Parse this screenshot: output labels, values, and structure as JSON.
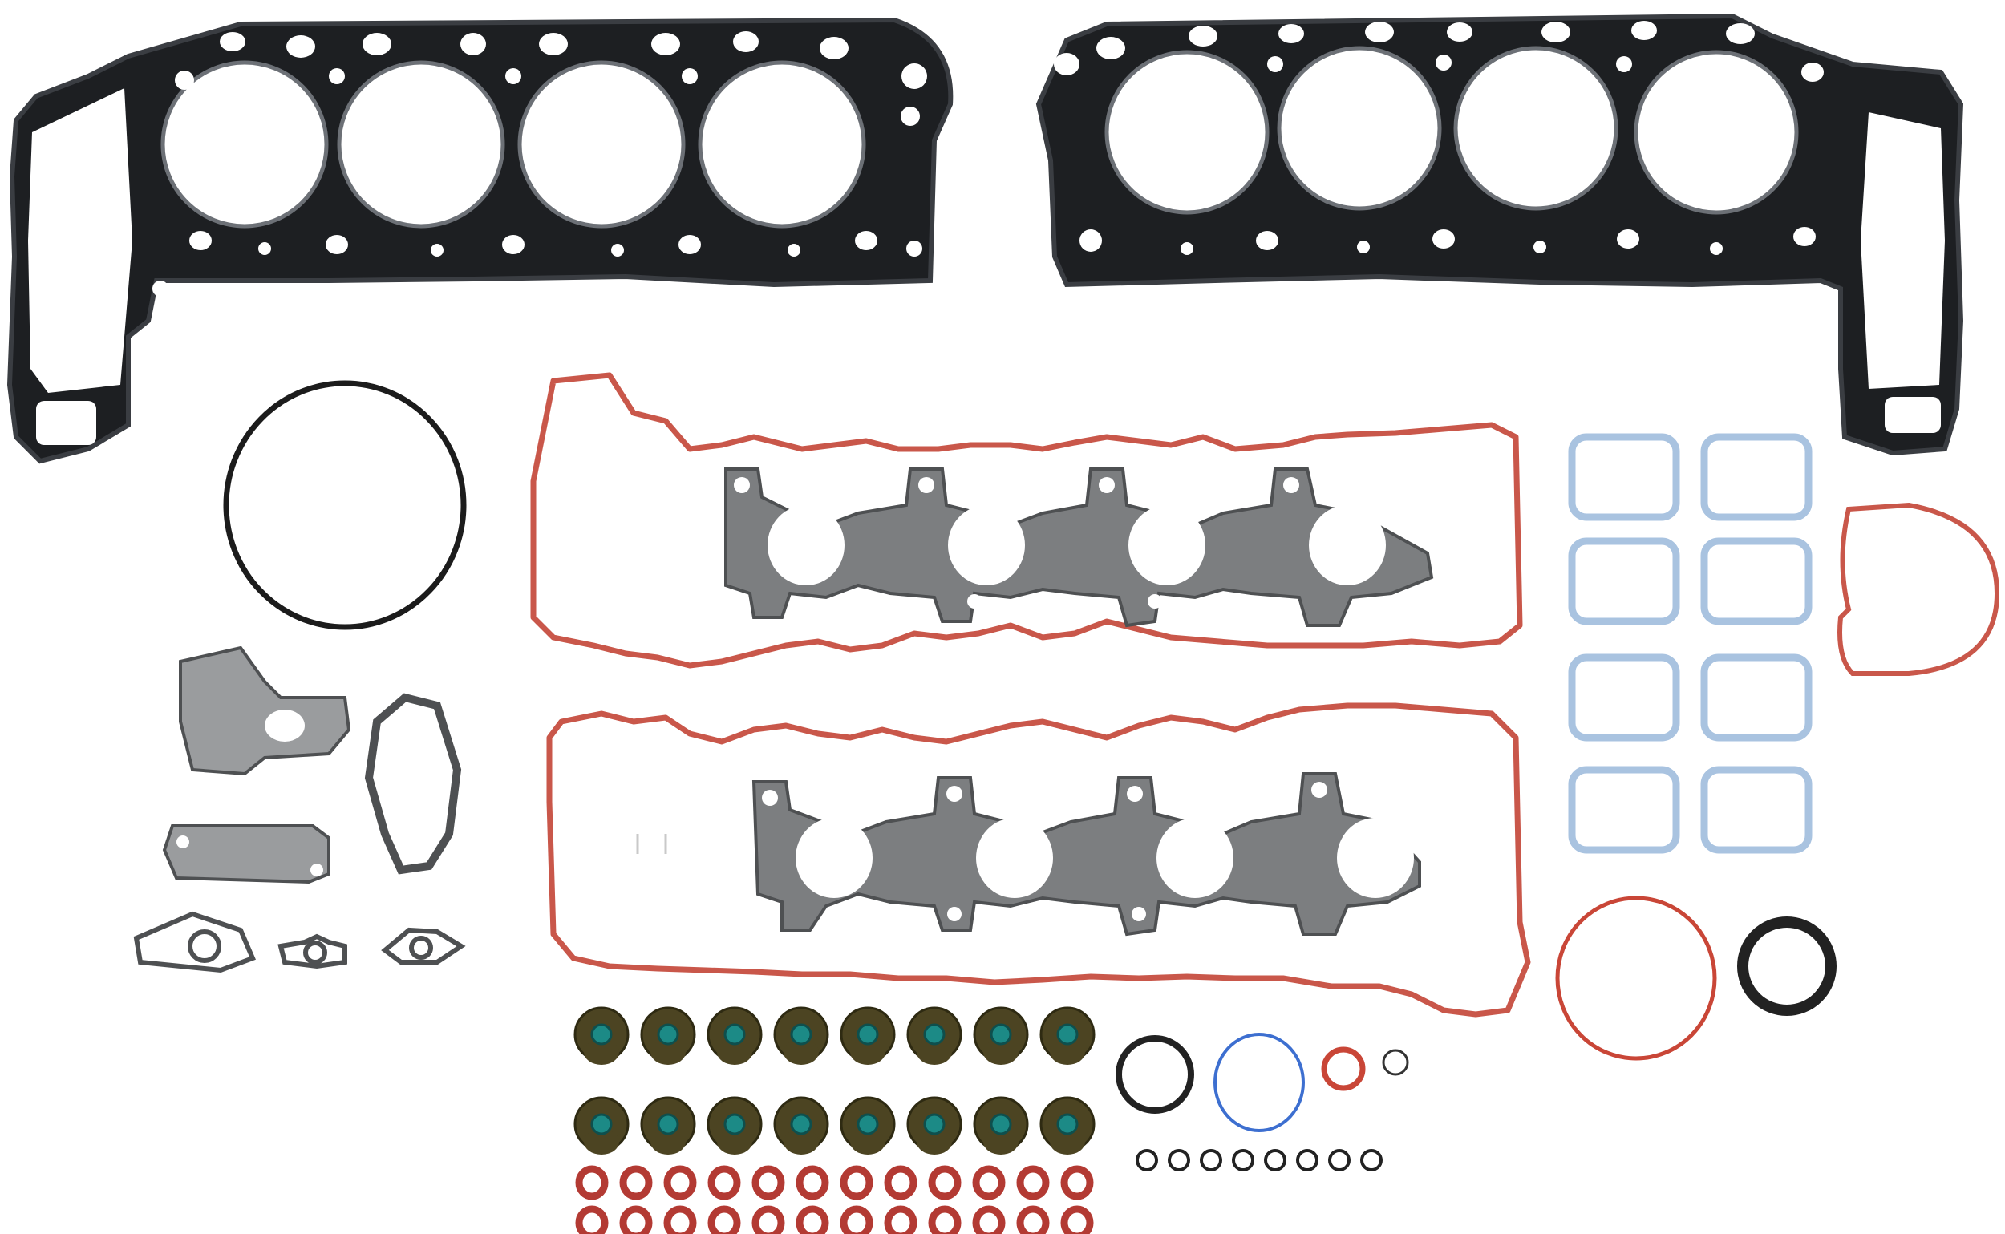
{
  "colors": {
    "background": "#ffffff",
    "head_gasket": "#1d1f22",
    "head_gasket_edge": "#3a3d42",
    "valve_cover": "#c9574a",
    "exhaust_manifold": "#7c7e80",
    "intake_seal": "#a9c3e0",
    "throttle_seal": "#c9574a",
    "oring_blue": "#3d6fd0",
    "oring_black": "#222222",
    "oring_red": "#c94637",
    "stem_seal_dark": "#4c4422",
    "stem_seal_tip": "#1c8a86",
    "stem_seal_red": "#b33a33",
    "metal_plate": "#9a9c9e",
    "ring_outline": "#1c1c1c"
  },
  "parts": {
    "head_gaskets": 2,
    "valve_cover_gaskets": 2,
    "exhaust_manifold_gaskets": 2,
    "intake_port_seals": 8,
    "valve_stem_seals": 16,
    "valve_stem_seal_rings": 24,
    "small_o_rings": 8
  }
}
